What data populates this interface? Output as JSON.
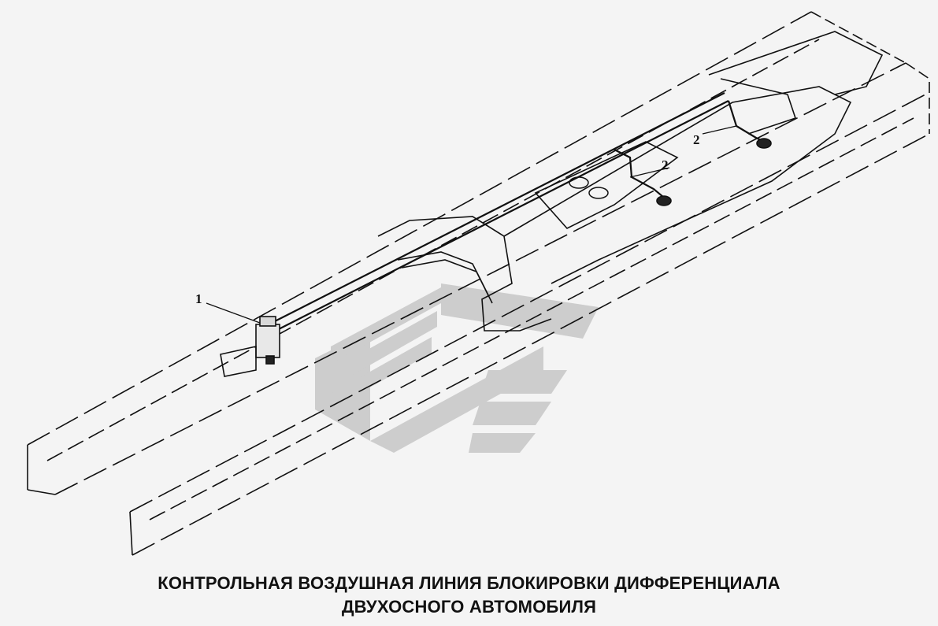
{
  "callouts": {
    "c1": "1",
    "c2a": "2",
    "c2b": "2"
  },
  "caption": {
    "line1": "КОНТРОЛЬНАЯ ВОЗДУШНАЯ ЛИНИЯ БЛОКИРОВКИ ДИФФЕРЕНЦИАЛА",
    "line2": "ДВУХОСНОГО АВТОМОБИЛЯ"
  },
  "colors": {
    "line": "#111111",
    "watermark": "#c9c9c9",
    "background": "#f4f4f4"
  }
}
